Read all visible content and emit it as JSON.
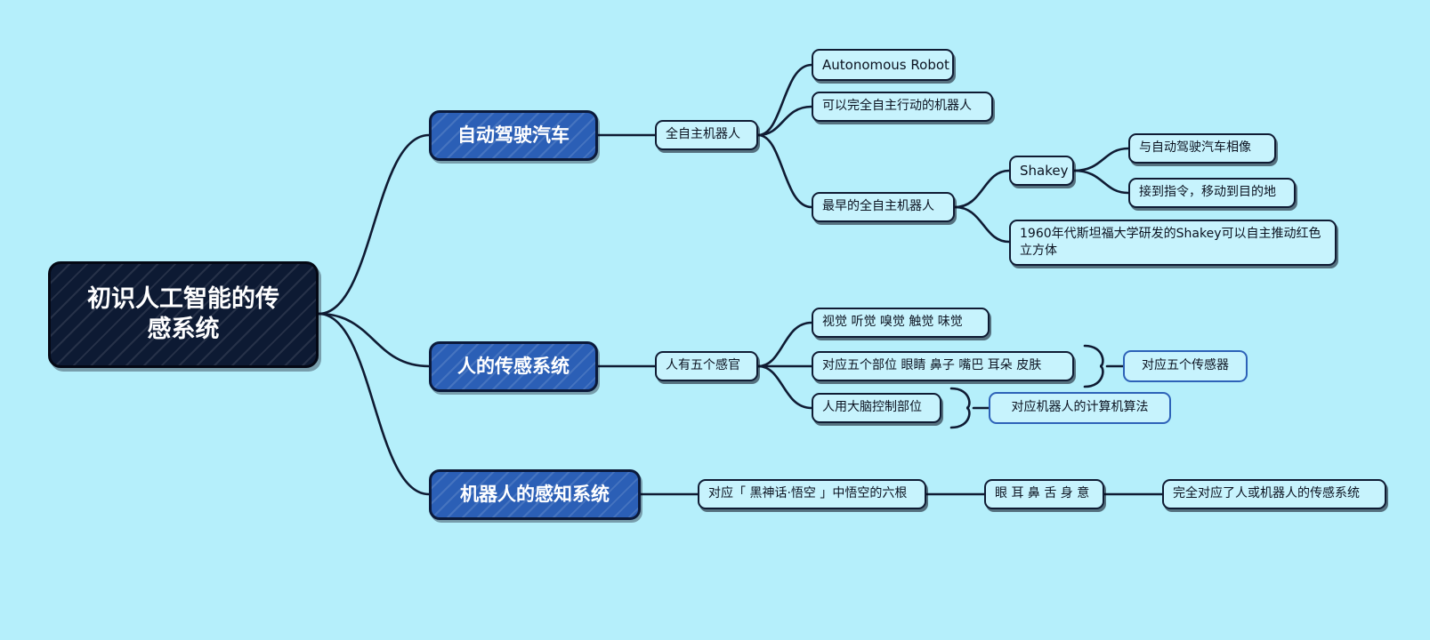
{
  "colors": {
    "background": "#b5effb",
    "root_fill": "#0d1a33",
    "branch_fill": "#2b5fb6",
    "leaf_fill": "#c7f3fd",
    "outline": "#0f1b33",
    "note_border": "#2d62b8"
  },
  "root": {
    "label": "初识人工智能的传感系统"
  },
  "branches": {
    "self_driving": {
      "label": "自动驾驶汽车",
      "full_robot": {
        "label": "全自主机器人",
        "name_en": "Autonomous Robot",
        "definition": "可以完全自主行动的机器人",
        "earliest": {
          "label": "最早的全自主机器人",
          "shakey": {
            "label": "Shakey",
            "similar": "与自动驾驶汽车相像",
            "command": "接到指令，移动到目的地"
          },
          "history": "1960年代斯坦福大学研发的Shakey可以自主推动红色立方体"
        }
      }
    },
    "human_senses": {
      "label": "人的传感系统",
      "five_organs": {
        "label": "人有五个感官",
        "senses": "视觉 听觉 嗅觉 触觉 味觉",
        "body_parts": "对应五个部位 眼睛 鼻子 嘴巴 耳朵 皮肤",
        "brain": "人用大脑控制部位",
        "sensor_note": "对应五个传感器",
        "algorithm_note": "对应机器人的计算机算法"
      }
    },
    "robot_perception": {
      "label": "机器人的感知系统",
      "wukong": "对应「 黑神话·悟空 」中悟空的六根",
      "six_roots": "眼 耳 鼻 舌 身 意",
      "summary": "完全对应了人或机器人的传感系统"
    }
  }
}
